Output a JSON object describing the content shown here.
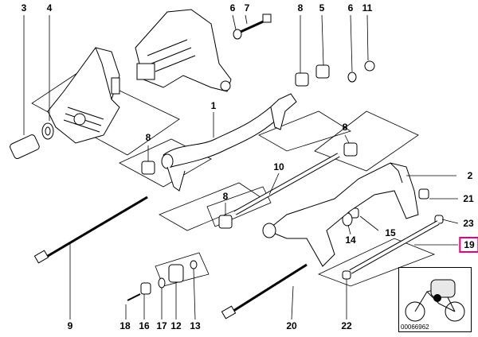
{
  "callouts": [
    {
      "label": "3"
    },
    {
      "label": "4"
    },
    {
      "label": "6"
    },
    {
      "label": "7"
    },
    {
      "label": "8"
    },
    {
      "label": "5"
    },
    {
      "label": "6"
    },
    {
      "label": "11"
    },
    {
      "label": "1"
    },
    {
      "label": "8"
    },
    {
      "label": "8"
    },
    {
      "label": "10"
    },
    {
      "label": "2"
    },
    {
      "label": "8"
    },
    {
      "label": "21"
    },
    {
      "label": "23"
    },
    {
      "label": "14"
    },
    {
      "label": "15"
    },
    {
      "label": "19"
    },
    {
      "label": "9"
    },
    {
      "label": "18"
    },
    {
      "label": "16"
    },
    {
      "label": "17"
    },
    {
      "label": "12"
    },
    {
      "label": "13"
    },
    {
      "label": "20"
    },
    {
      "label": "22"
    }
  ],
  "thumbnail": {
    "id": "00066962"
  },
  "colors": {
    "line": "#000000",
    "highlight": "#e6007e",
    "background": "#ffffff"
  }
}
